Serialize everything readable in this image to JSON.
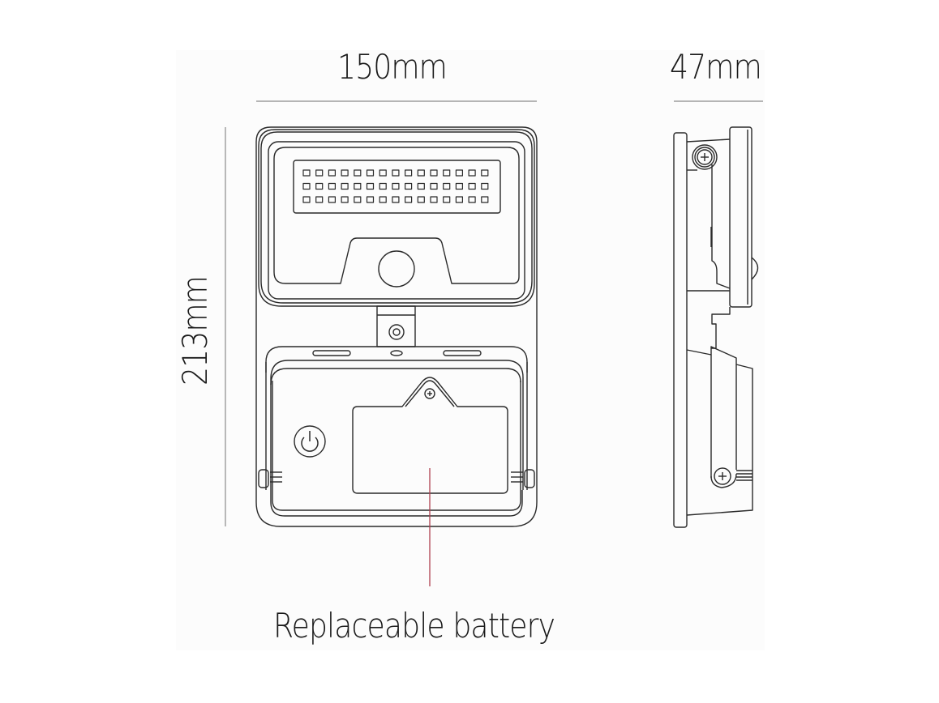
{
  "diagram": {
    "type": "product-dimension-drawing",
    "subject": "solar security wall light (front and side views)",
    "dimensions": {
      "width_label": "150mm",
      "depth_label": "47mm",
      "height_label": "213mm"
    },
    "callouts": [
      {
        "label": "Replaceable battery",
        "points_to": "battery-cover"
      }
    ],
    "front_view": {
      "led_grid": {
        "rows": 3,
        "columns": 15
      },
      "components": [
        "lamp-head",
        "led-panel",
        "motion-sensor",
        "mount-bracket",
        "power-button",
        "battery-cover",
        "screw"
      ]
    },
    "side_view": {
      "components": [
        "wall-plate",
        "lamp-head",
        "hinge-screw-top",
        "hinge-screw-bottom",
        "sensor-dome"
      ]
    },
    "colors": {
      "line": "#2a2a2a",
      "dimension_line": "#8a8a8a",
      "callout_line": "#b04050",
      "panel_bg": "#fcfcfc"
    }
  }
}
